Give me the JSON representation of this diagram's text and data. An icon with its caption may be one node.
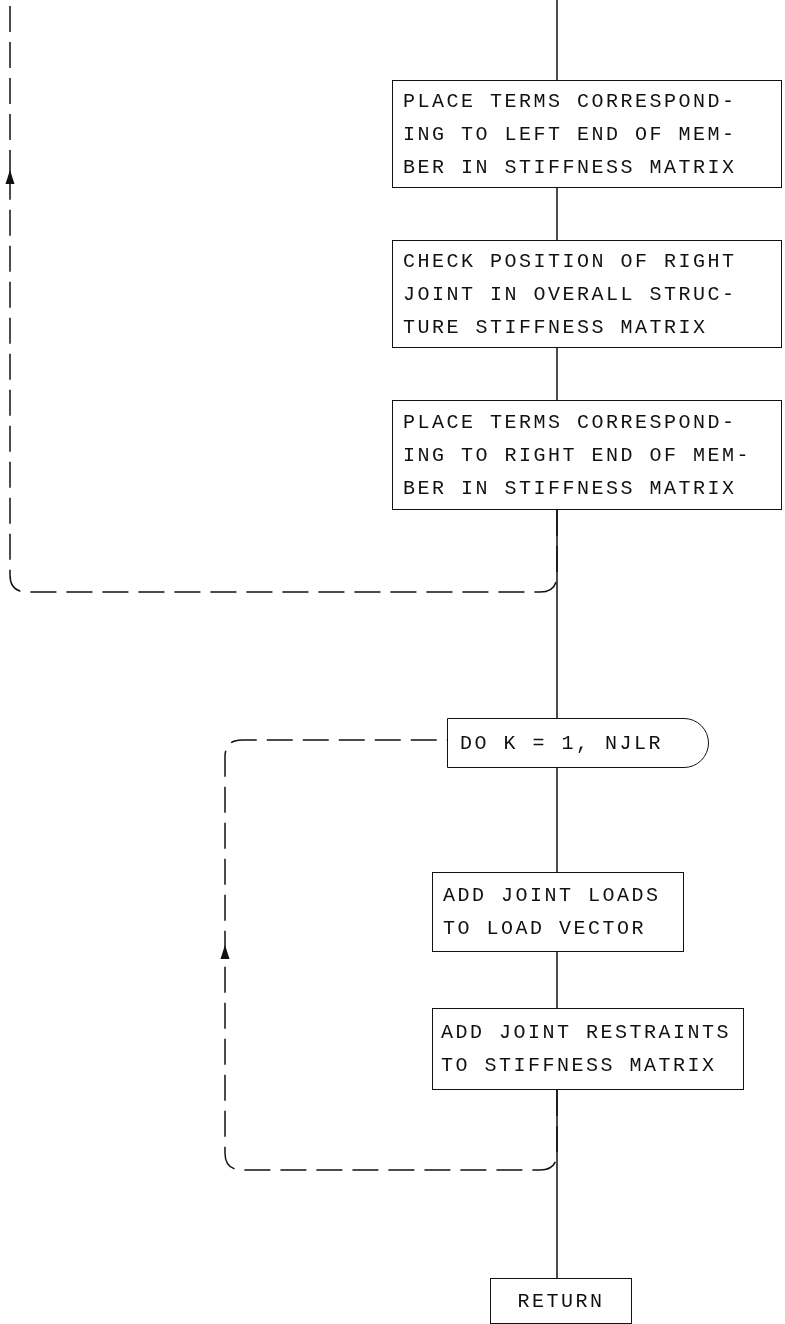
{
  "diagram": {
    "nodes": [
      {
        "text": [
          "PLACE TERMS CORRESPOND- ING TO LEFT END OF MEM- BER IN STIFFNESS MATRIX"
        ]
      },
      {
        "text": [
          "CHECK POSITION OF RIGHT JOINT IN OVERALL STRUC- TURE STIFFNESS MATRIX"
        ]
      },
      {
        "text": [
          "PLACE TERMS CORRESPOND- ING TO RIGHT END OF MEM- BER IN STIFFNESS MATRIX"
        ]
      },
      {
        "text": [
          "DO K = 1, NJLR"
        ]
      },
      {
        "text": [
          "ADD JOINT LOADS TO LOAD VECTOR"
        ]
      },
      {
        "text": [
          "ADD JOINT RESTRAINTS TO STIFFNESS MATRIX"
        ]
      },
      {
        "text": [
          "RETURN"
        ]
      }
    ],
    "edges": [
      {
        "from": null,
        "to": 0,
        "arrow": "none"
      },
      {
        "from": 0,
        "to": 1,
        "arrow": "none"
      },
      {
        "from": 1,
        "to": 2,
        "arrow": "none"
      },
      {
        "from": 2,
        "to": 3,
        "arrow": "none"
      },
      {
        "from": 3,
        "to": 4,
        "arrow": "none"
      },
      {
        "from": 4,
        "to": 5,
        "arrow": "none"
      },
      {
        "from": 5,
        "to": 6,
        "arrow": "none"
      },
      {
        "from": 2,
        "to": null,
        "arrow": "to",
        "style": "dashed"
      },
      {
        "from": 5,
        "to": 3,
        "arrow": "to",
        "style": "dashed"
      }
    ]
  }
}
